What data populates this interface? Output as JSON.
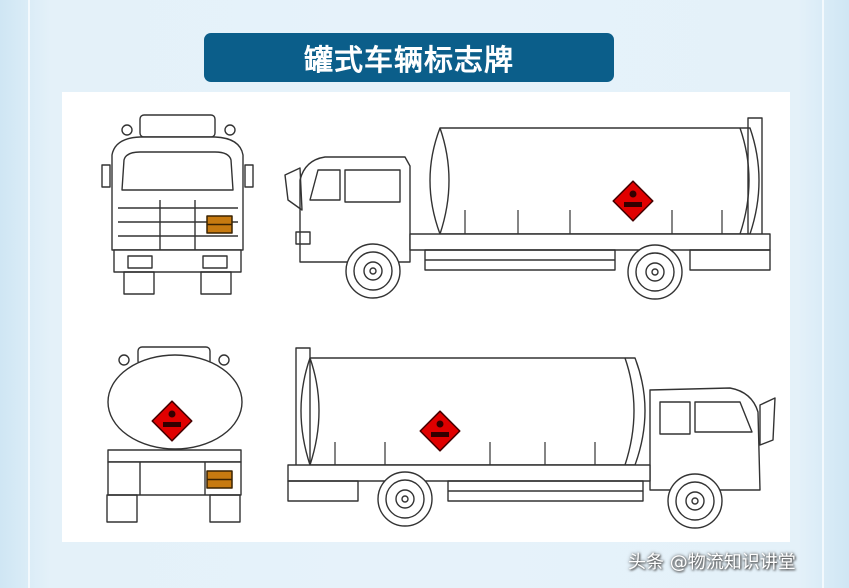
{
  "title": "罐式车辆标志牌",
  "watermark": "头条 @物流知识讲堂",
  "views": [
    "front-view",
    "left-side-view",
    "rear-view",
    "right-side-view"
  ],
  "colors": {
    "title_bg": "#0b5e8a",
    "placard_red": "#e00000",
    "plate_orange": "#c77a10",
    "line": "#333333"
  }
}
